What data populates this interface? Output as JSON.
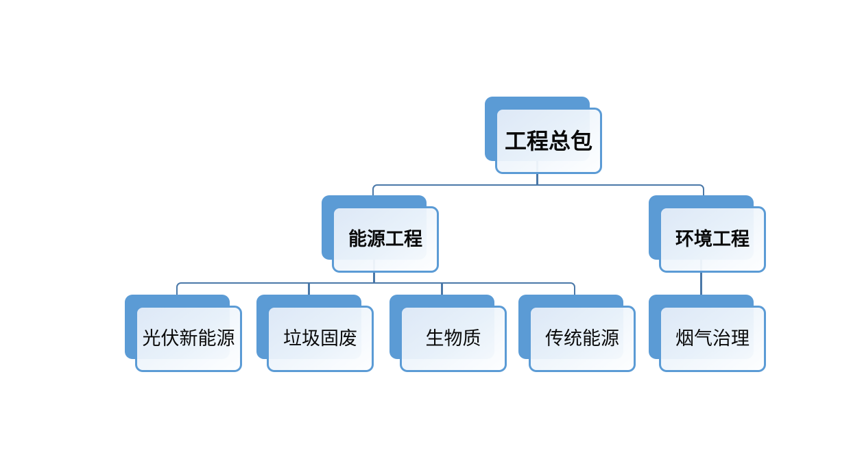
{
  "colors": {
    "background": "#FFFFFF",
    "accent_blue": "#5B9BD5",
    "connector_blue": "#4A78A8",
    "card_fill_top": "#E7EEF9",
    "card_fill_bottom": "#FDFEFF",
    "text": "#0A0A0A"
  },
  "org_chart": {
    "type": "hierarchy",
    "nodes": {
      "root": {
        "label": "工程总包",
        "level": 1,
        "children": [
          "energy",
          "environment"
        ]
      },
      "energy": {
        "label": "能源工程",
        "level": 2,
        "parent": "root",
        "children": [
          "pv",
          "waste",
          "biomass",
          "traditional"
        ]
      },
      "environment": {
        "label": "环境工程",
        "level": 2,
        "parent": "root",
        "children": [
          "flue"
        ]
      },
      "pv": {
        "label": "光伏新能源",
        "level": 3,
        "parent": "energy"
      },
      "waste": {
        "label": "垃圾固废",
        "level": 3,
        "parent": "energy"
      },
      "biomass": {
        "label": "生物质",
        "level": 3,
        "parent": "energy"
      },
      "traditional": {
        "label": "传统能源",
        "level": 3,
        "parent": "energy"
      },
      "flue": {
        "label": "烟气治理",
        "level": 3,
        "parent": "environment"
      }
    }
  }
}
